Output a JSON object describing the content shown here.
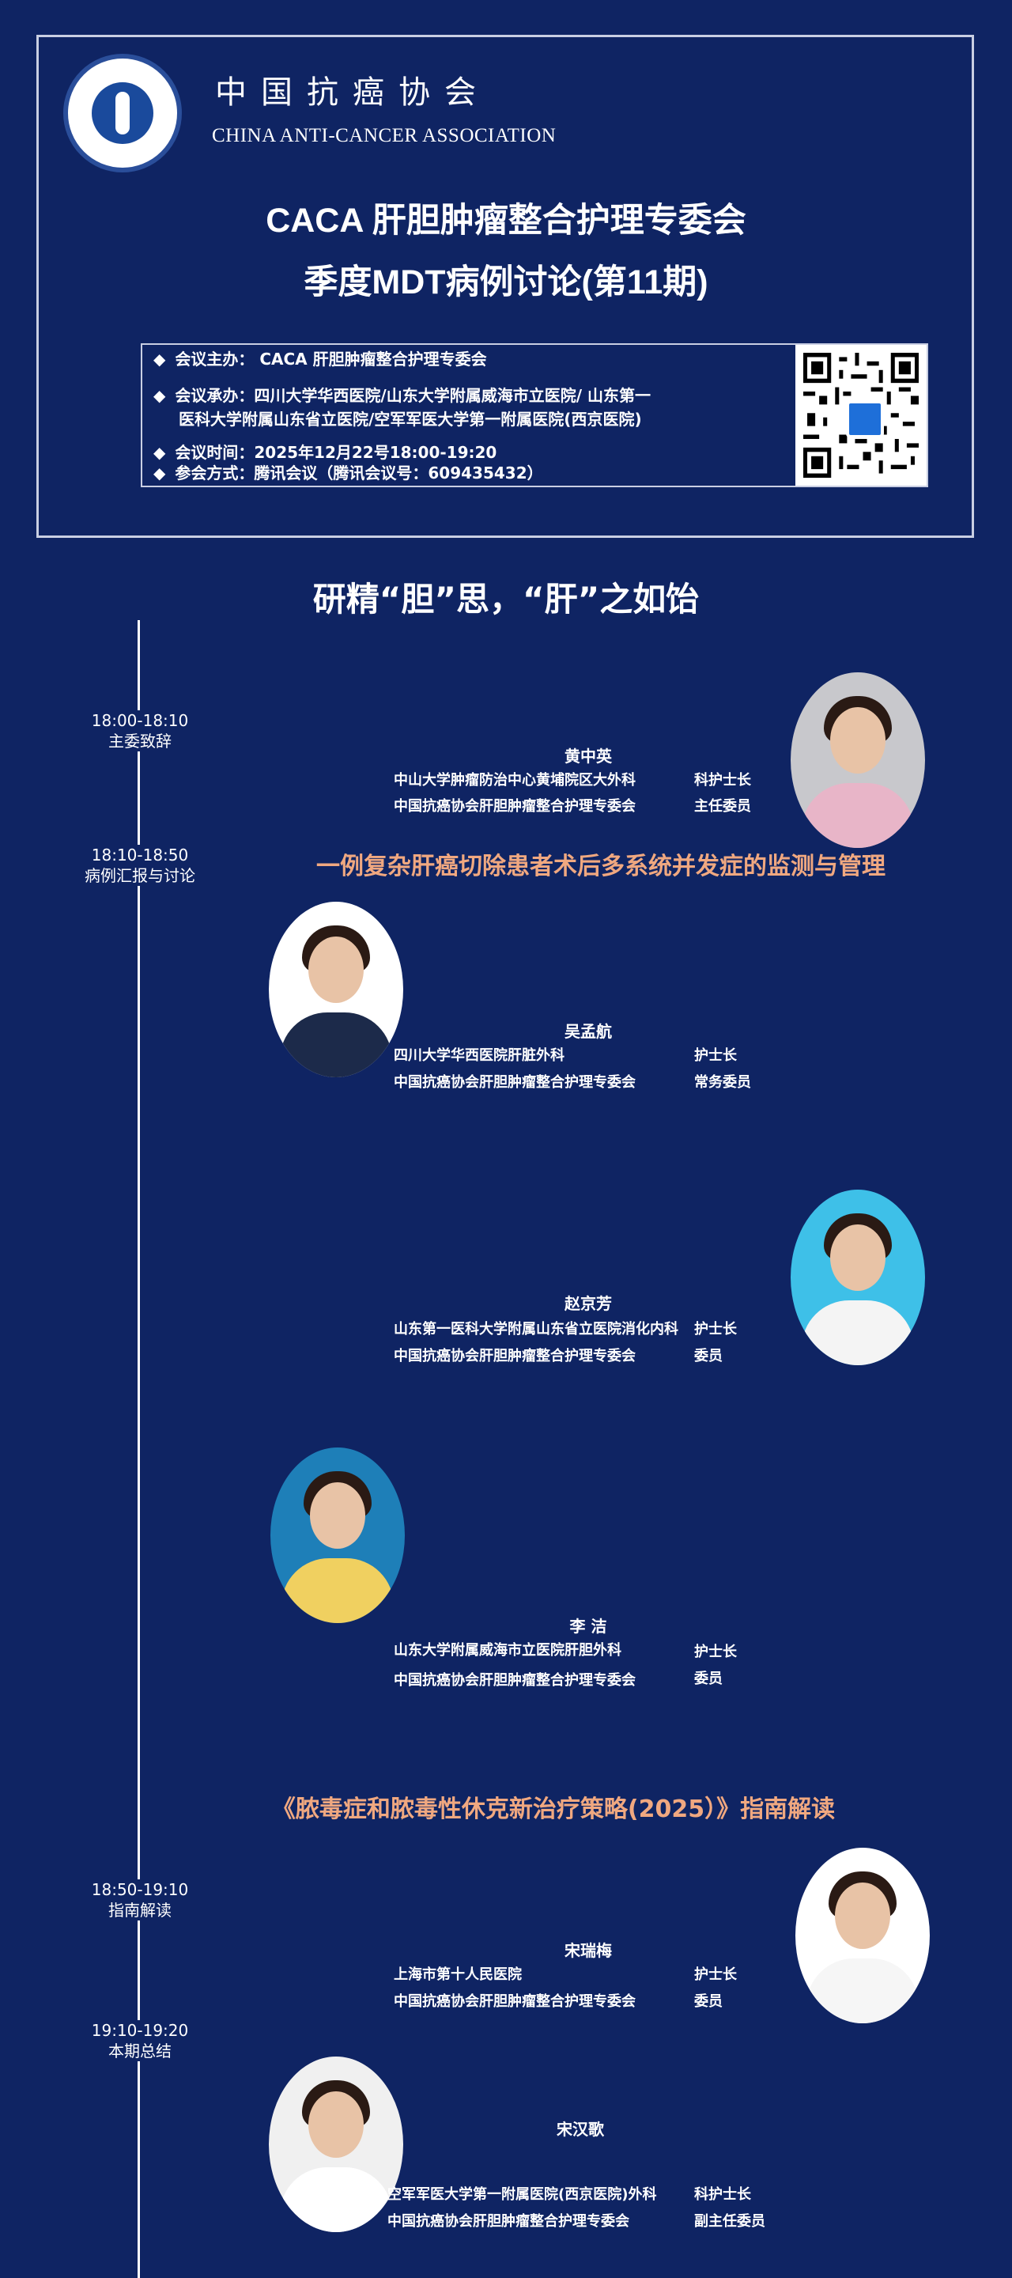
{
  "header": {
    "org_cn": "中国抗癌协会",
    "org_en": "CHINA ANTI-CANCER ASSOCIATION",
    "title_line1": "CACA 肝胆肿瘤整合护理专委会",
    "title_line2": "季度MDT病例讨论(第11期)"
  },
  "info": {
    "host": "会议主办： CACA  肝胆肿瘤整合护理专委会",
    "organizer_line1": "会议承办：四川大学华西医院/山东大学附属威海市立医院/ 山东第一",
    "organizer_line2": "医科大学附属山东省立医院/空军军医大学第一附属医院(西京医院)",
    "time": "会议时间：2025年12月22号18:00-19:20",
    "method": "参会方式：腾讯会议（腾讯会议号：609435432）",
    "bullet": "◆"
  },
  "slogan": "研精“胆”思，“肝”之如饴",
  "schedule": [
    {
      "time": "18:00-18:10",
      "label": "主委致辞"
    },
    {
      "time": "18:10-18:50",
      "label": "病例汇报与讨论"
    },
    {
      "time": "18:50-19:10",
      "label": "指南解读"
    },
    {
      "time": "19:10-19:20",
      "label": "本期总结"
    }
  ],
  "topics": {
    "case": "一例复杂肝癌切除患者术后多系统并发症的监测与管理",
    "guide": "《脓毒症和脓毒性休克新治疗策略(2025）》指南解读"
  },
  "speakers": [
    {
      "name": "黄中英",
      "aff1": "中山大学肿瘤防治中心黄埔院区大外科",
      "role1": "科护士长",
      "aff2": "中国抗癌协会肝胆肿瘤整合护理专委会",
      "role2": "主任委员"
    },
    {
      "name": "吴孟航",
      "aff1": "四川大学华西医院肝脏外科",
      "role1": "护士长",
      "aff2": "中国抗癌协会肝胆肿瘤整合护理专委会",
      "role2": "常务委员"
    },
    {
      "name": "赵京芳",
      "aff1": "山东第一医科大学附属山东省立医院消化内科",
      "role1": "护士长",
      "aff2": "中国抗癌协会肝胆肿瘤整合护理专委会",
      "role2": "委员"
    },
    {
      "name": "李 洁",
      "aff1": "山东大学附属威海市立医院肝胆外科",
      "role1": "护士长",
      "aff2": "中国抗癌协会肝胆肿瘤整合护理专委会",
      "role2": "委员"
    },
    {
      "name": "宋瑞梅",
      "aff1": "上海市第十人民医院",
      "role1": "护士长",
      "aff2": "中国抗癌协会肝胆肿瘤整合护理专委会",
      "role2": "委员"
    },
    {
      "name": "宋汉歌",
      "aff1": "空军军医大学第一附属医院(西京医院)外科",
      "role1": "科护士长",
      "aff2": "中国抗癌协会肝胆肿瘤整合护理专委会",
      "role2": "副主任委员"
    }
  ]
}
